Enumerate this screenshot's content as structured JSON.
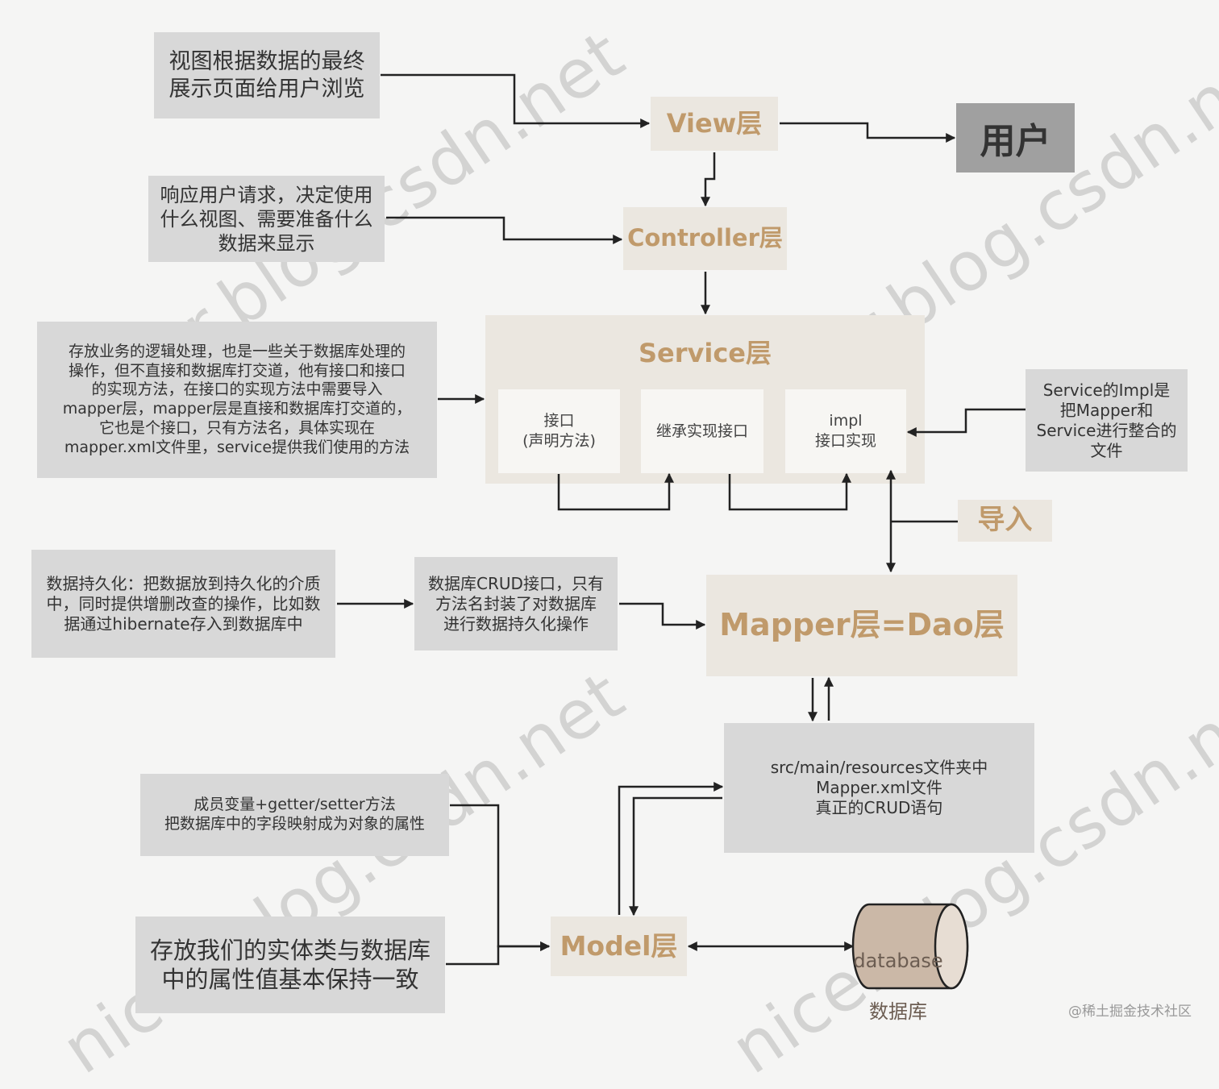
{
  "notes": {
    "view": "视图根据数据的最终\n展示页面给用户浏览",
    "controller": "响应用户请求，决定使用\n什么视图、需要准备什么\n数据来显示",
    "service": "存放业务的逻辑处理，也是一些关于数据库处理的\n操作，但不直接和数据库打交道，他有接口和接口\n的实现方法，在接口的实现方法中需要导入\nmapper层，mapper层是直接和数据库打交道的，\n它也是个接口，只有方法名，具体实现在\nmapper.xml文件里，service提供我们使用的方法",
    "impl": "Service的Impl是\n把Mapper和\nService进行整合的\n文件",
    "persistence": "数据持久化：把数据放到持久化的介质\n中，同时提供增删改查的操作，比如数\n据通过hibernate存入到数据库中",
    "crud": "数据库CRUD接口，只有\n方法名封装了对数据库\n进行数据持久化操作",
    "xml": "src/main/resources文件夹中\nMapper.xml文件\n真正的CRUD语句",
    "member": "成员变量+getter/setter方法\n把数据库中的字段映射成为对象的属性",
    "entity": "存放我们的实体类与数据库\n中的属性值基本保持一致"
  },
  "layers": {
    "view": "View层",
    "controller": "Controller层",
    "service": "Service层",
    "mapper": "Mapper层=Dao层",
    "model": "Model层",
    "import": "导入"
  },
  "user": "用户",
  "service_parts": {
    "interface": "接口\n(声明方法)",
    "inherit": "继承实现接口",
    "impl": "impl\n接口实现"
  },
  "database": {
    "line1": "database",
    "line2": "数据库"
  },
  "watermark": "nicer.blog.csdn.net",
  "footer": "@稀土掘金技术社区",
  "colors": {
    "note_bg": "#d8d8d8",
    "layer_bg": "#ebe7e0",
    "layer_text": "#c09a6b",
    "user_bg": "#a0a0a0",
    "db_fill": "#cbb8a7",
    "arrow": "#222222"
  }
}
